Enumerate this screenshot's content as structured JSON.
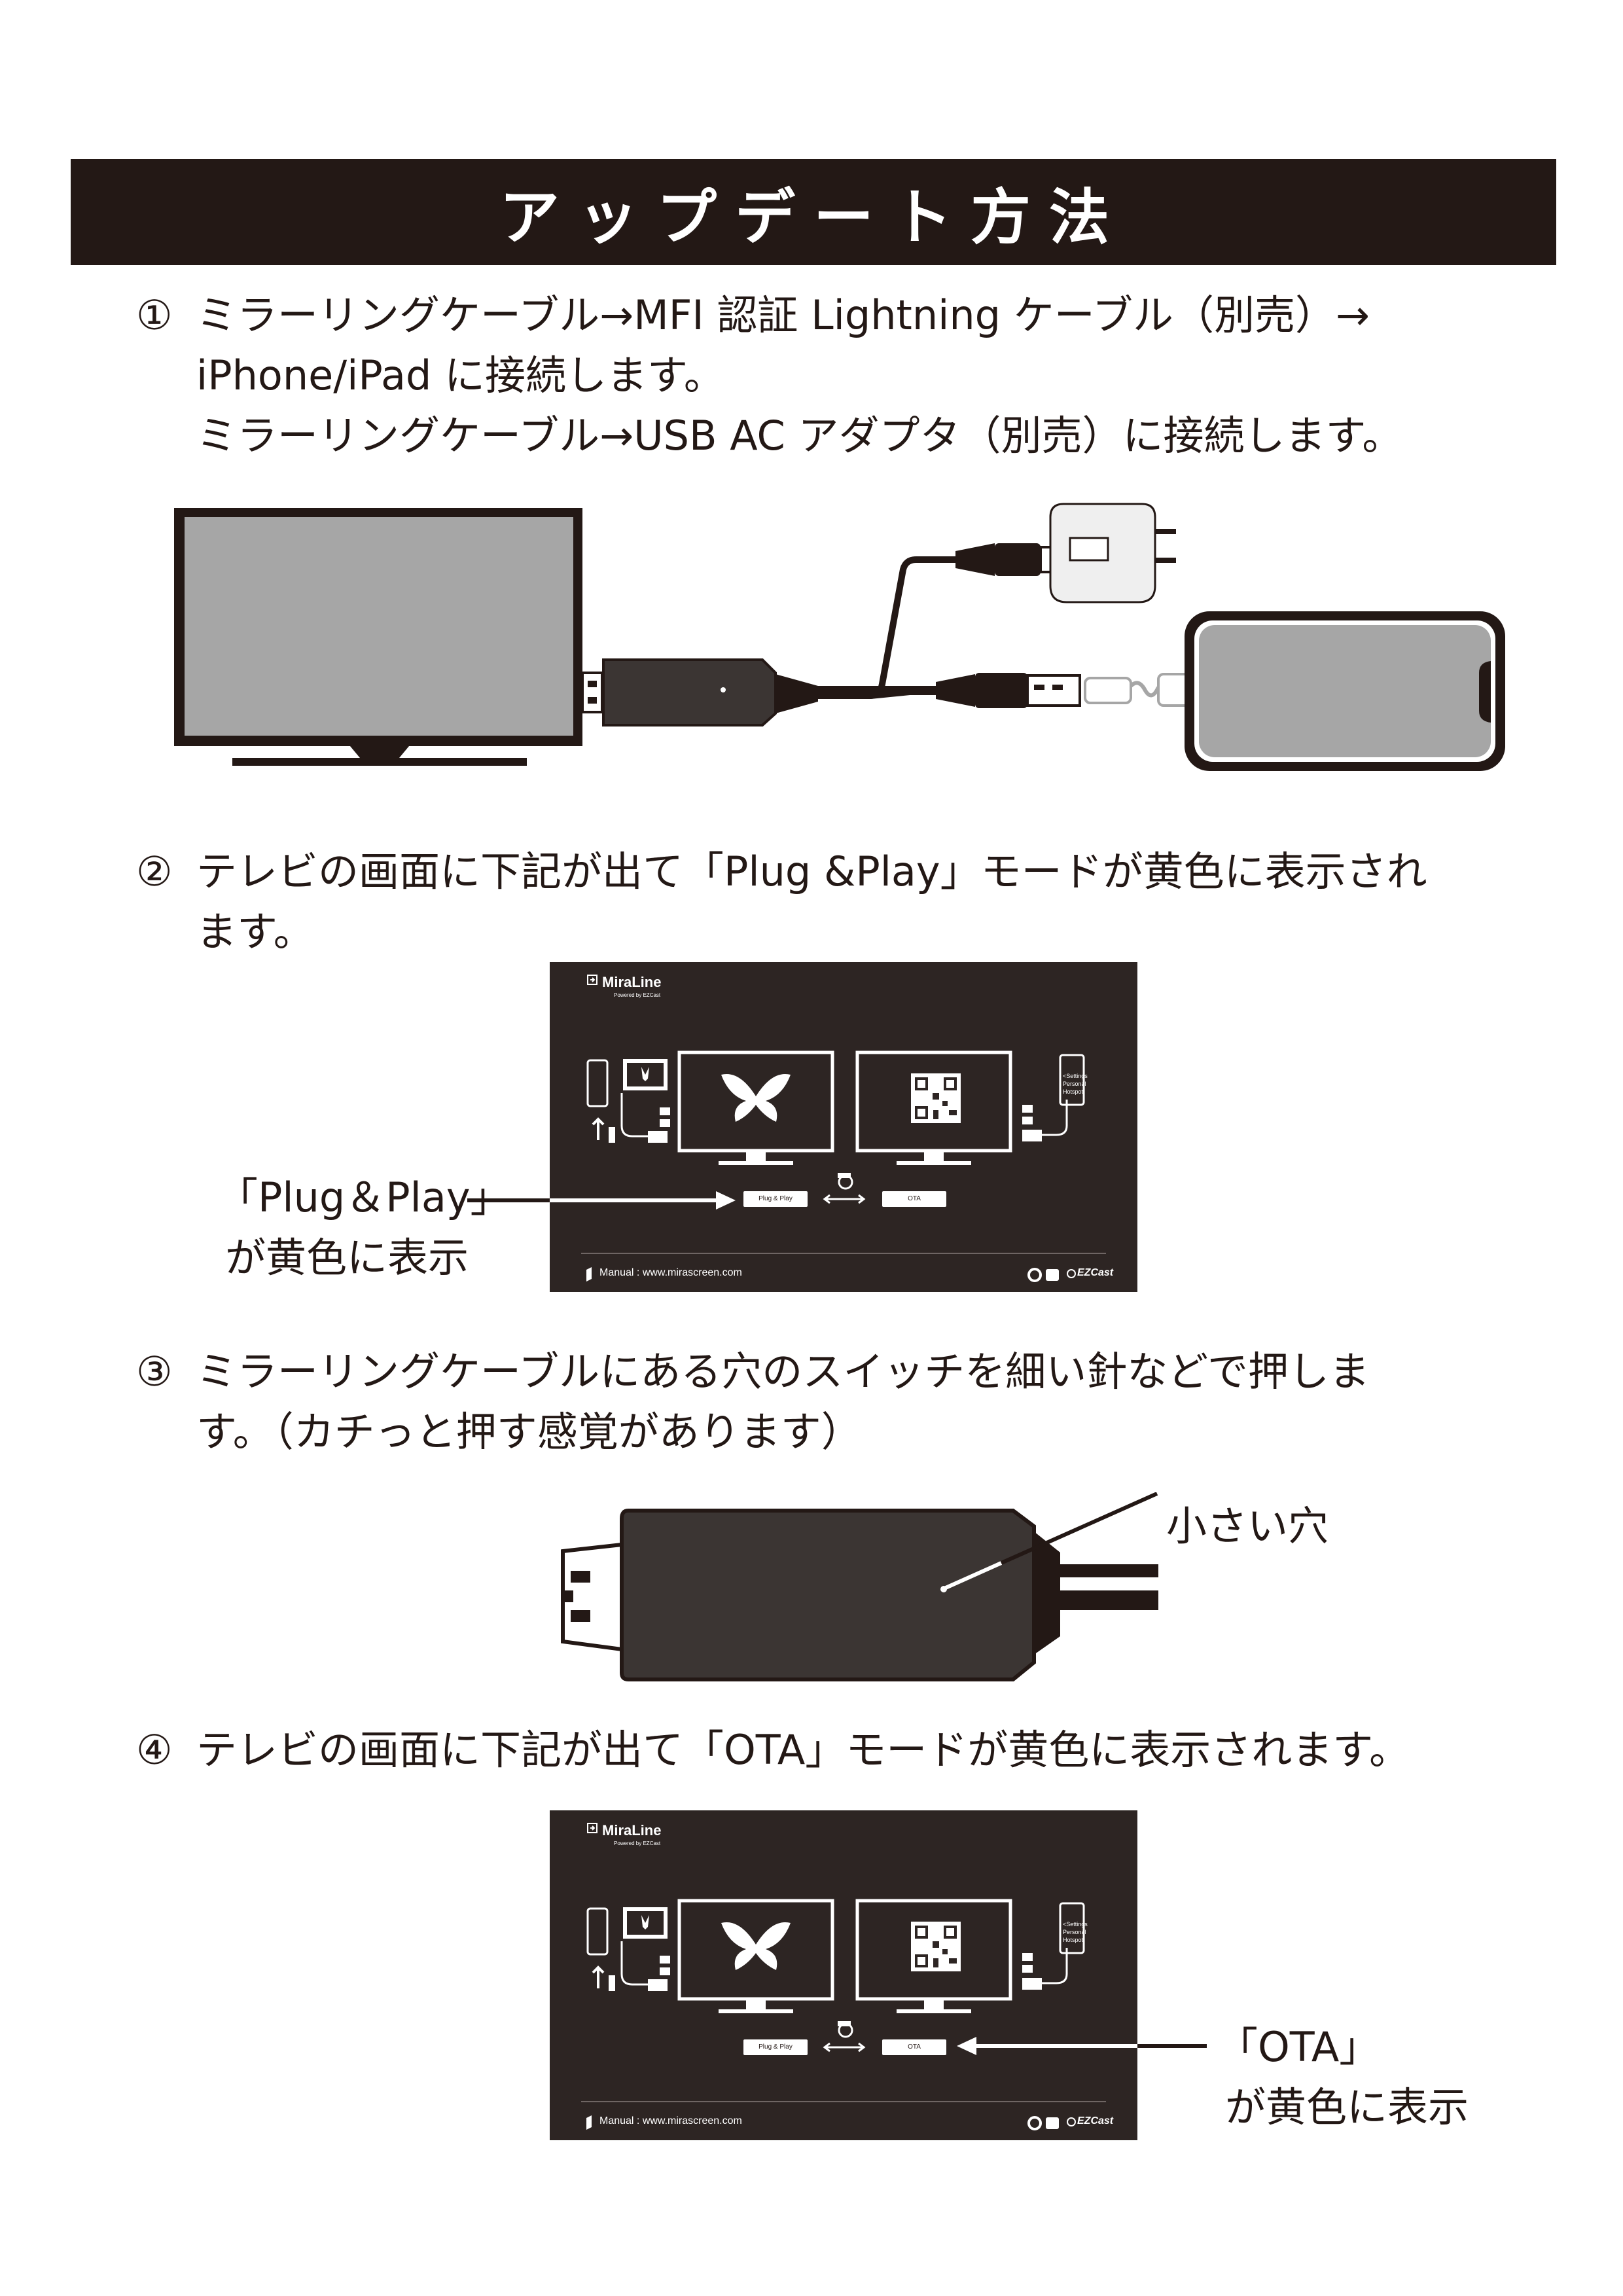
{
  "header": {
    "title": "アップデート方法"
  },
  "steps": [
    {
      "number": "①",
      "lines": [
        "ミラーリングケーブル→MFI 認証 Lightning ケーブル（別売）→",
        "iPhone/iPad に接続します。",
        "ミラーリングケーブル→USB AC アダプタ（別売）に接続します。"
      ]
    },
    {
      "number": "②",
      "lines": [
        "テレビの画面に下記が出て「Plug &Play」モードが黄色に表示され",
        "ます。"
      ]
    },
    {
      "number": "③",
      "lines": [
        "ミラーリングケーブルにある穴のスイッチを細い針などで押しま",
        "す。（カチっと押す感覚があります）"
      ]
    },
    {
      "number": "④",
      "lines": [
        "テレビの画面に下記が出て「OTA」モードが黄色に表示されます。"
      ]
    }
  ],
  "callouts": {
    "plug_play": [
      "「Plug＆Play」",
      "が黄色に表示"
    ],
    "hole": "小さい穴",
    "ota": [
      "「OTA」",
      "が黄色に表示"
    ]
  },
  "tv_screen": {
    "brand": "MiraLine",
    "powered": "Powered by EZCast",
    "btn_plug": "Plug & Play",
    "btn_ota": "OTA",
    "settings": [
      "<Settings",
      "Personal",
      "Hotspot"
    ],
    "manual": "Manual : www.mirascreen.com",
    "ezcast": "EZCast"
  },
  "colors": {
    "dark": "#231815",
    "screen_bg": "#2d2523",
    "tv_gray": "#a6a6a6"
  }
}
